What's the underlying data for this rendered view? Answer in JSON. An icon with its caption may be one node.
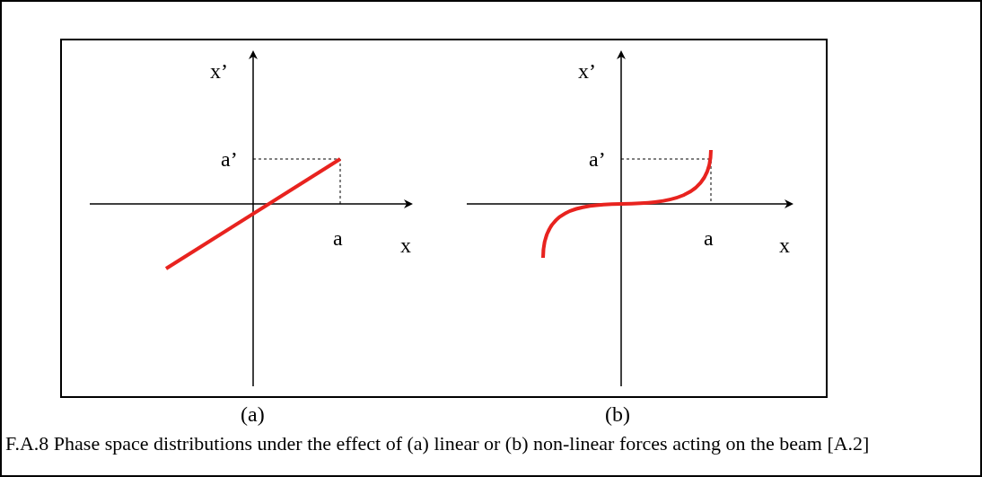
{
  "diagram": {
    "caption": "F.A.8 Phase space distributions under the effect of (a) linear or (b) non-linear forces acting on the beam [A.2]",
    "labels": [
      "x’",
      "a’",
      "a",
      "x",
      "x’",
      "a’",
      "a",
      "x",
      "(a)",
      "(b)"
    ]
  }
}
